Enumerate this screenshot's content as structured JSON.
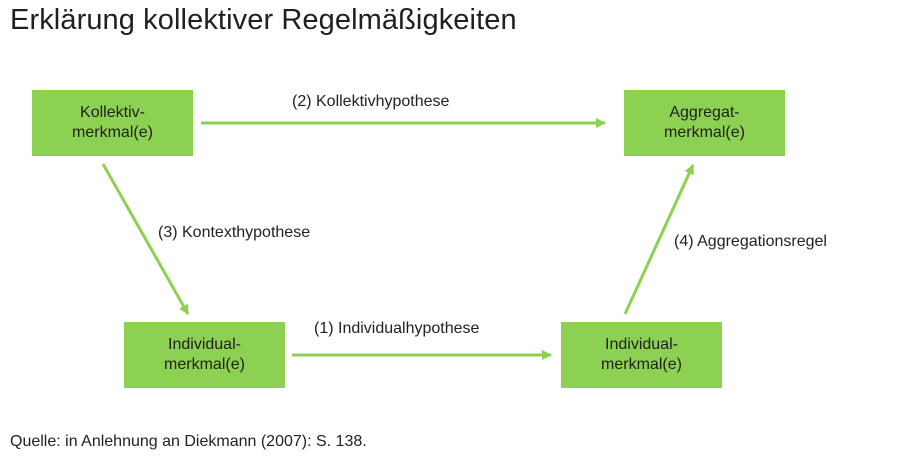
{
  "title": "Erklärung kollektiver Regelmäßigkeiten",
  "colors": {
    "box_fill": "#8cd152",
    "arrow": "#8cd152",
    "text": "#222222"
  },
  "boxes": {
    "kollektiv": {
      "line1": "Kollektiv-",
      "line2": "merkmal(e)"
    },
    "aggregat": {
      "line1": "Aggregat-",
      "line2": "merkmal(e)"
    },
    "individual_left": {
      "line1": "Individual-",
      "line2": "merkmal(e)"
    },
    "individual_right": {
      "line1": "Individual-",
      "line2": "merkmal(e)"
    }
  },
  "arrows": {
    "kollektivhypothese": "(2) Kollektivhypothese",
    "kontexthypothese": "(3) Kontexthypothese",
    "individualhypothese": "(1) Individualhypothese",
    "aggregationsregel": "(4) Aggregationsregel"
  },
  "source": "Quelle: in Anlehnung an Diekmann (2007): S. 138."
}
